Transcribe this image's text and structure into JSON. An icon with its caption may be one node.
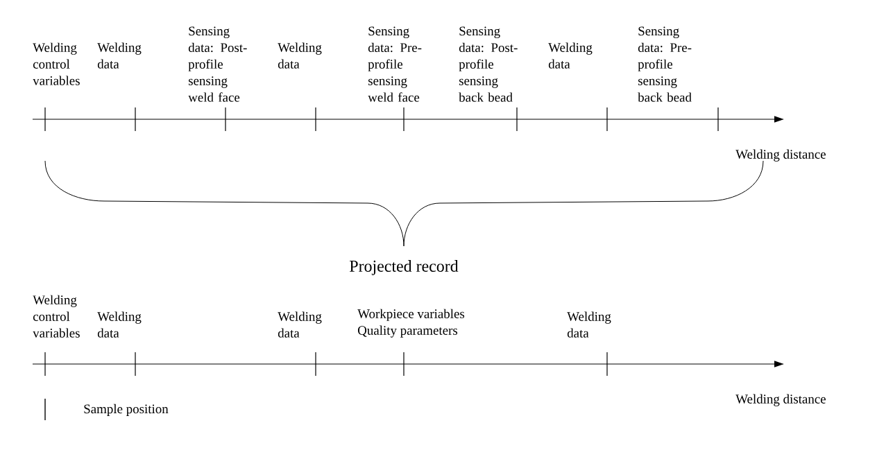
{
  "diagram": {
    "labels": [
      "Welding control variables",
      "Welding data",
      "Sensing data: Post-profile sensing weld face",
      "Welding data",
      "Sensing data: Pre-profile sensing weld face",
      "Sensing data: Post-profile sensing back bead",
      "Welding data",
      "Sensing data: Pre-profile sensing back bead",
      "Welding distance",
      "Projected record",
      "Welding control variables",
      "Welding data",
      "Welding data",
      "Workpiece variables",
      "Quality parameters",
      "Welding data",
      "Welding distance"
    ],
    "legend": [
      {
        "text": "Sample position"
      }
    ]
  }
}
